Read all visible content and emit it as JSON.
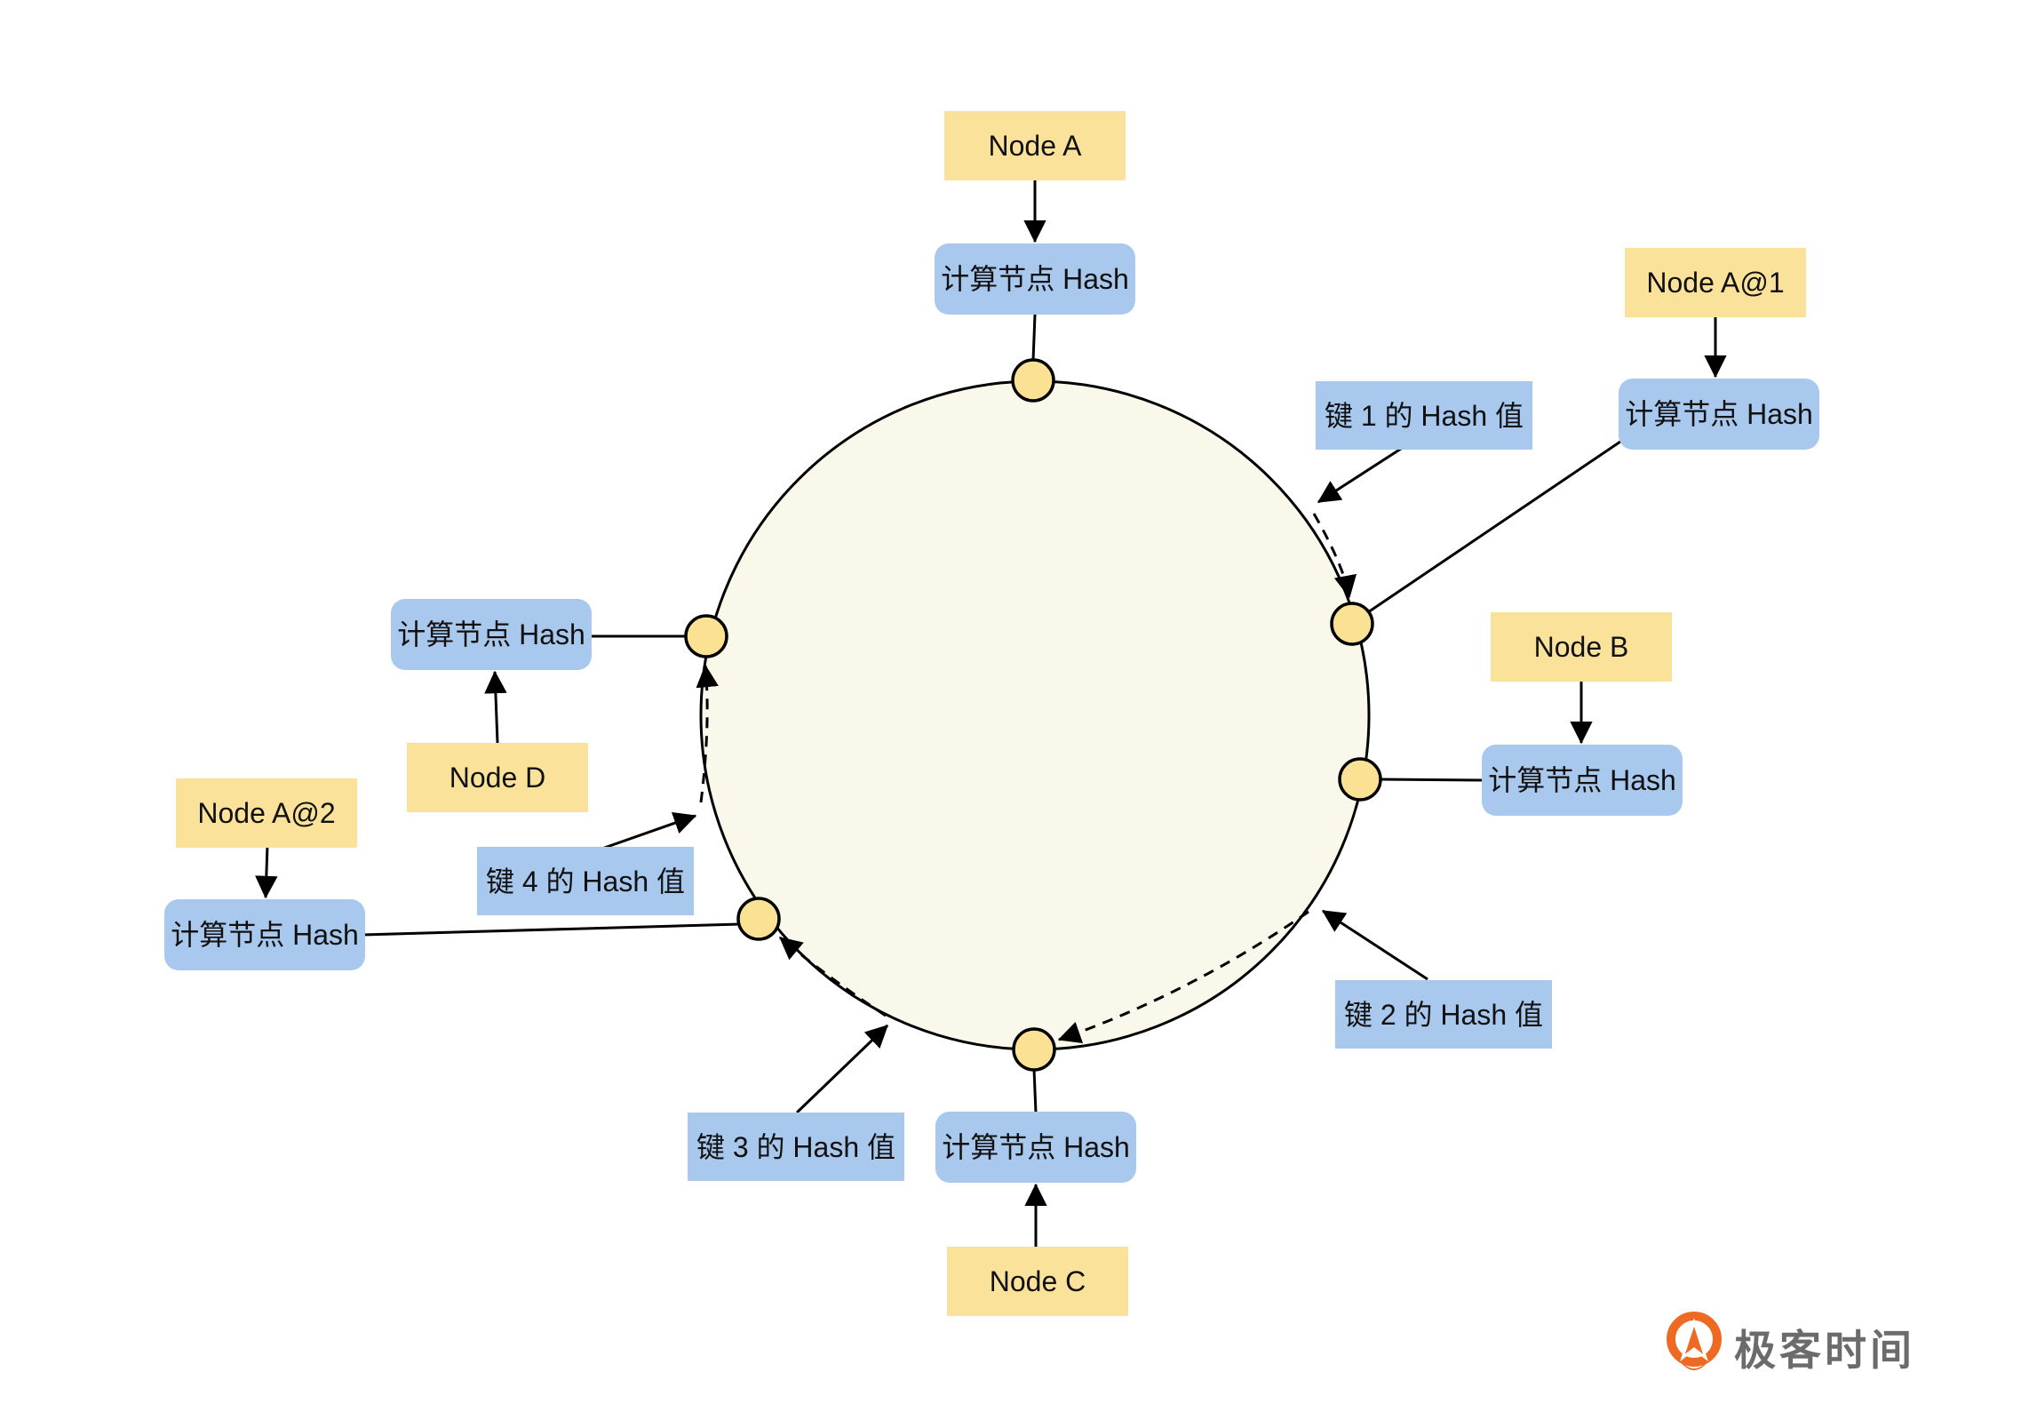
{
  "colors": {
    "yellow": "#FBE29B",
    "blue": "#A9C8EE",
    "ring-fill": "#FAF8EB",
    "node-fill": "#FAE193",
    "stroke": "#000000",
    "logo-orange": "#EE6A22",
    "logo-gray": "#6B6B6B",
    "bg": "#FFFFFF"
  },
  "diagram": {
    "hash_box_label": "计算节点 Hash",
    "node_boxes": {
      "a": "Node A",
      "a1": "Node A@1",
      "b": "Node B",
      "c": "Node C",
      "d": "Node D",
      "a2": "Node A@2"
    },
    "key_boxes": {
      "key1": "键 1 的 Hash 值",
      "key2": "键 2 的 Hash 值",
      "key3": "键 3 的 Hash 值",
      "key4": "键 4 的 Hash 值"
    }
  },
  "footer": {
    "logo_text": "极客时间"
  }
}
